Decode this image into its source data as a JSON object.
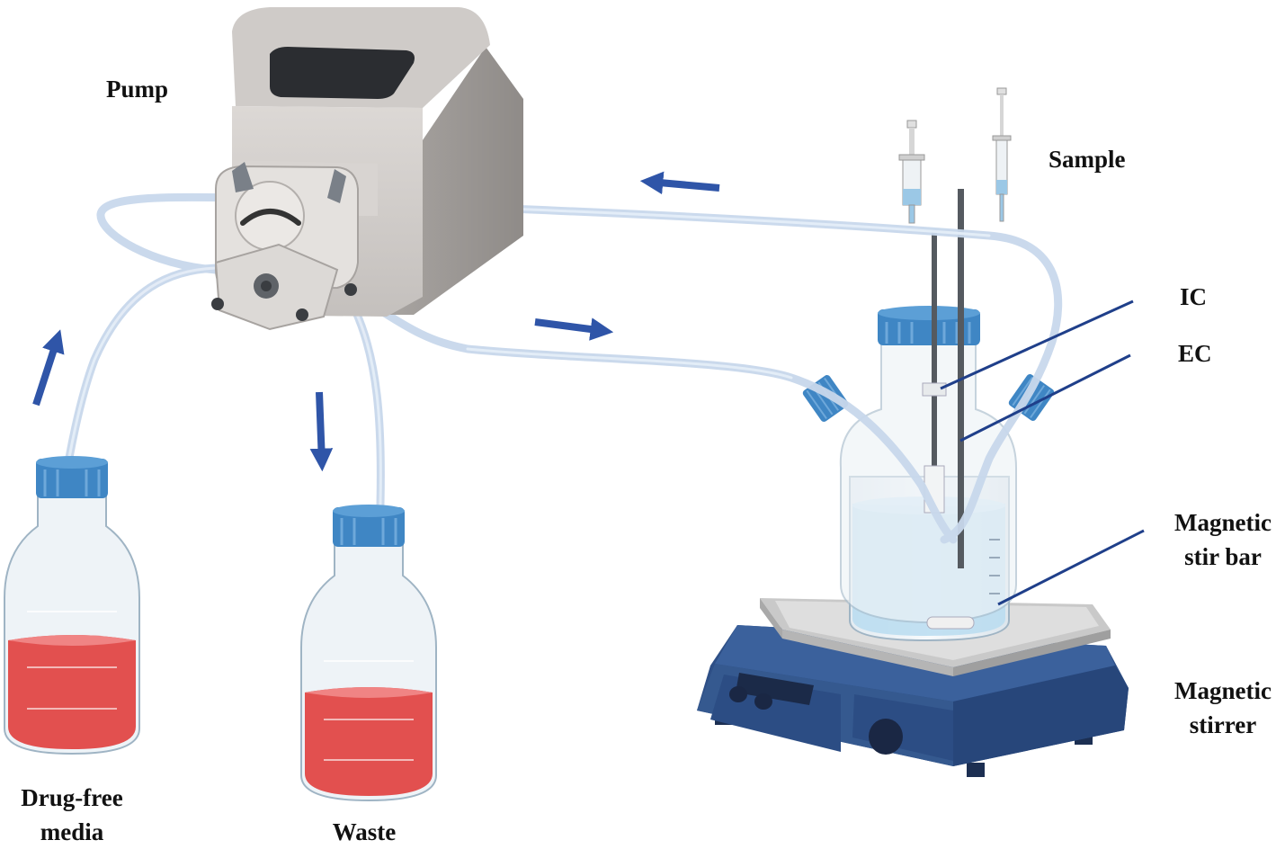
{
  "labels": {
    "pump": "Pump",
    "sample": "Sample",
    "ic": "IC",
    "ec": "EC",
    "stir_bar": [
      "Magnetic",
      "stir bar"
    ],
    "stirrer": [
      "Magnetic",
      "stirrer"
    ],
    "media": [
      "Drug-free",
      "media"
    ],
    "waste": "Waste"
  },
  "colors": {
    "arrow": "#2f55a8",
    "pointer_line": "#1f3f8a",
    "tubing": "#c8d8ec",
    "media_liquid": "#e2504f",
    "vessel_liquid": "#b9dcf0",
    "cap": "#3f86c4",
    "stirrer_body": "#2e4f86",
    "pump_body": "#b9b5b2"
  }
}
